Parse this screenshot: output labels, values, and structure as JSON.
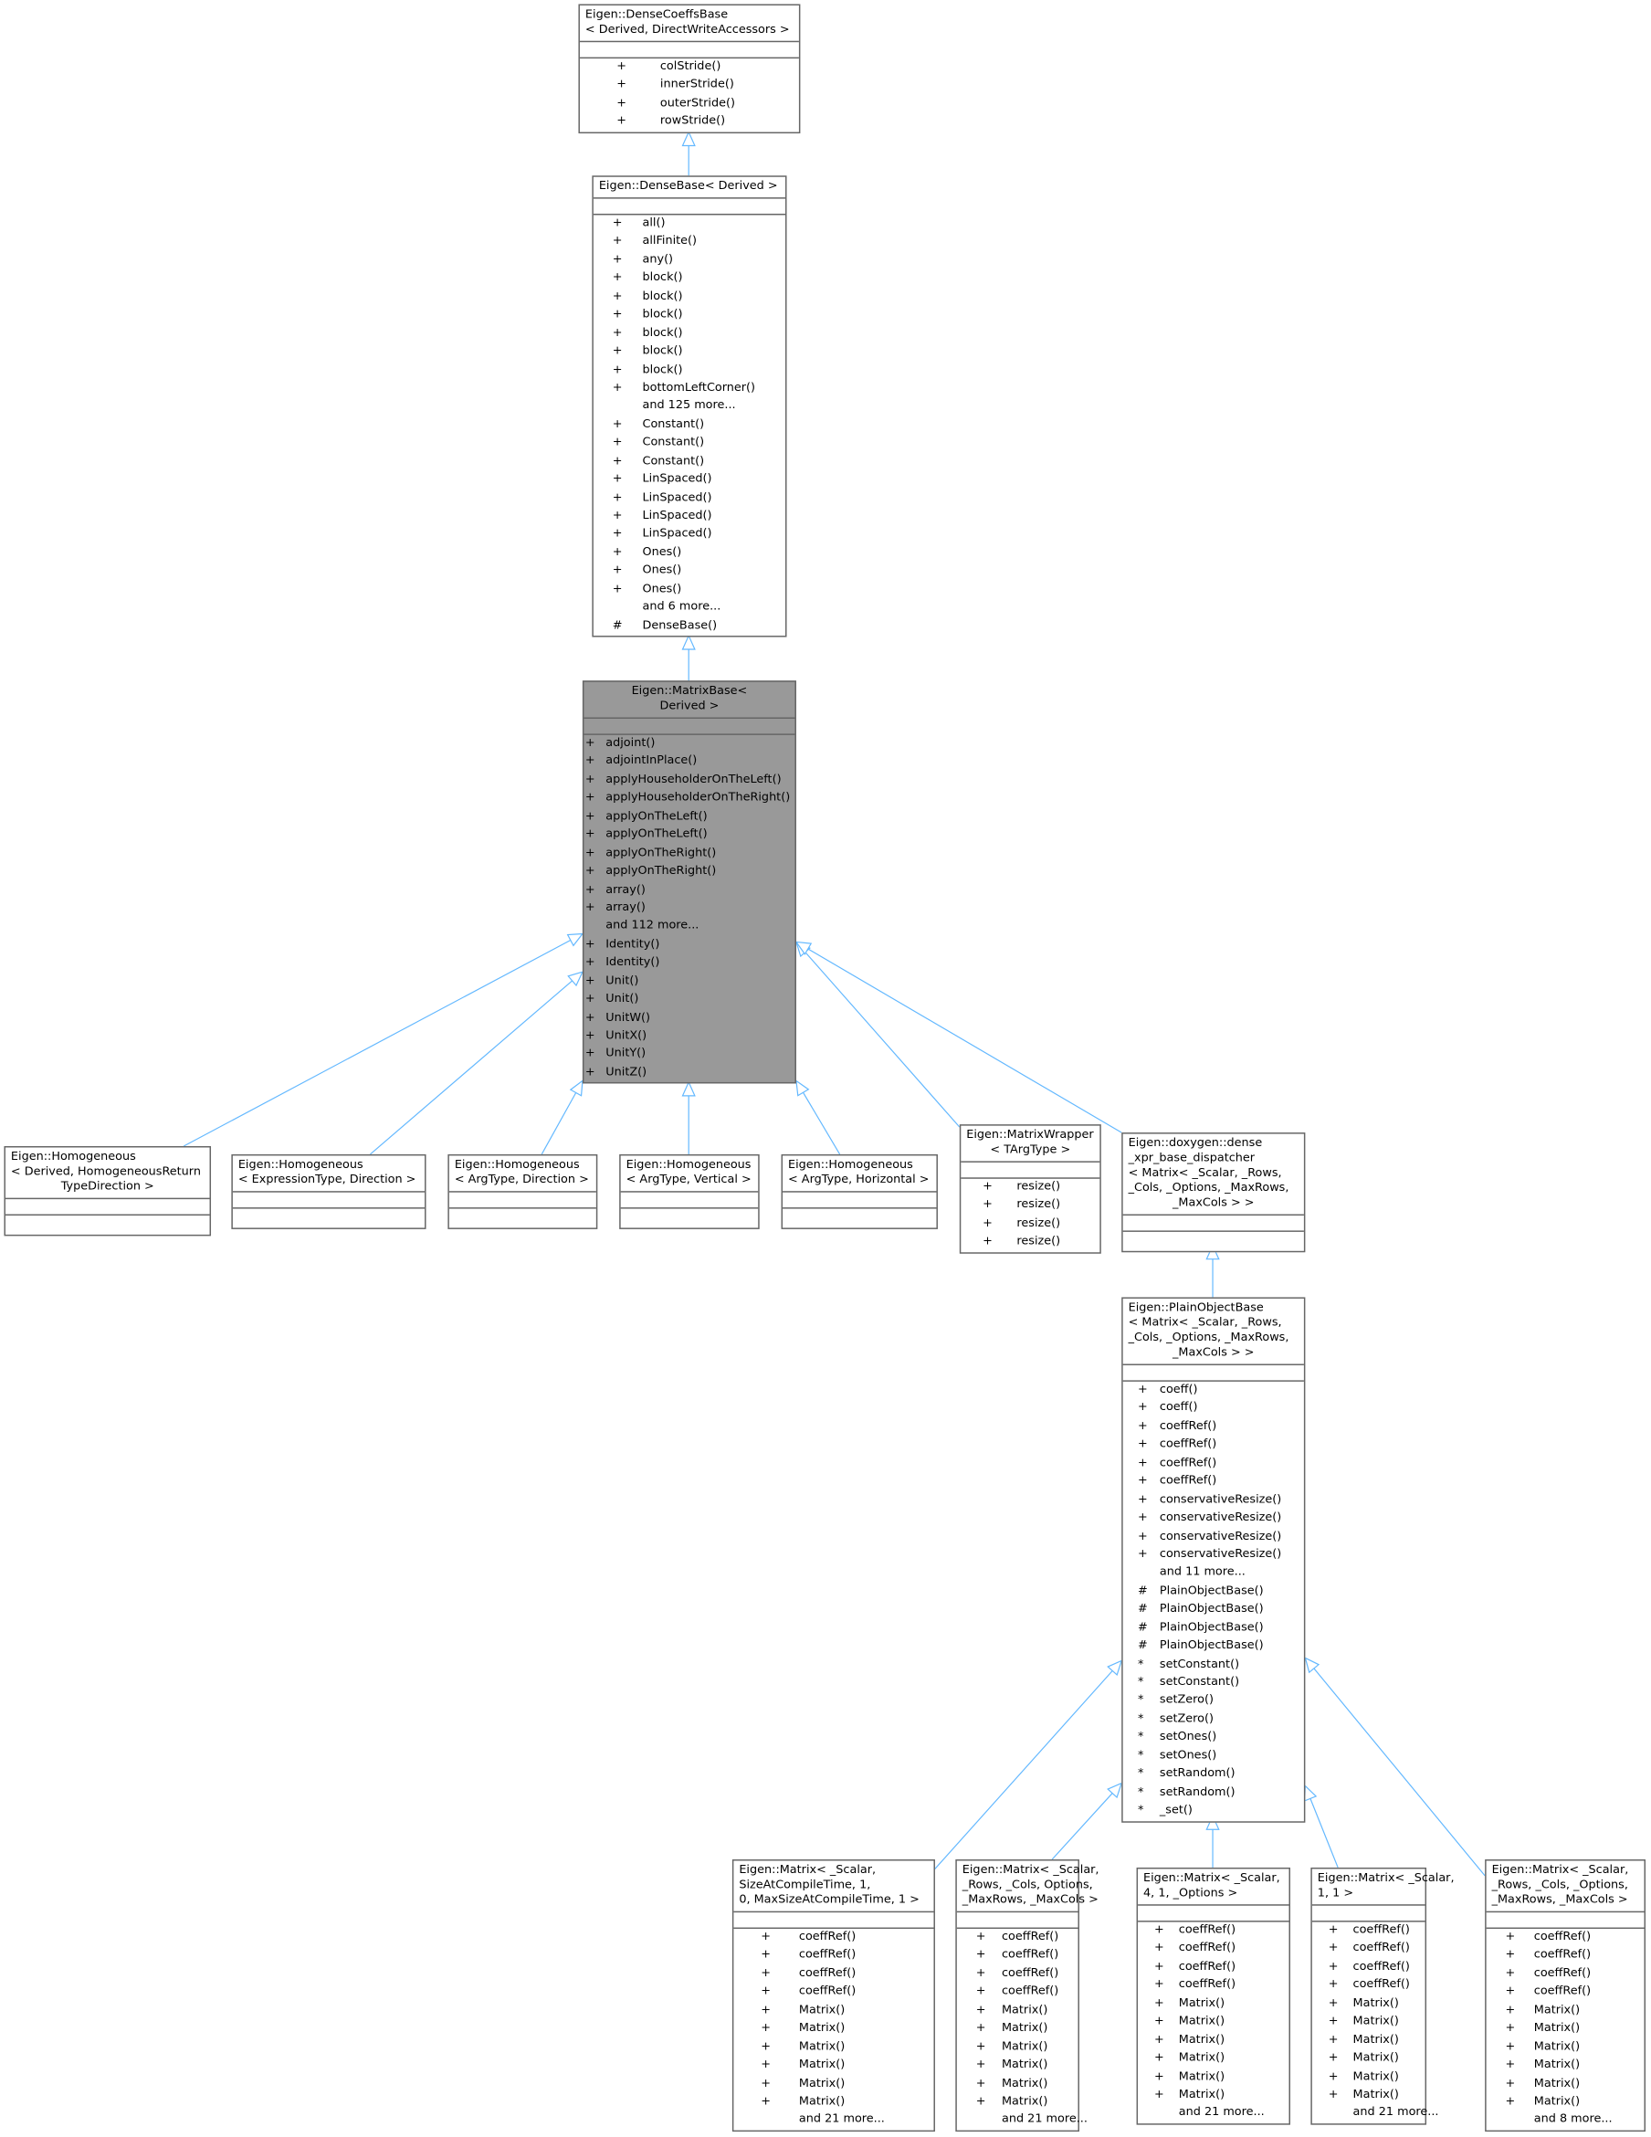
{
  "colors": {
    "edge": "#63b8ff",
    "border": "#666666",
    "highlight": "#999999"
  },
  "boxes": [
    {
      "id": "dcb",
      "title": [
        "Eigen::DenseCoeffsBase",
        "< Derived, DirectWriteAccessors >"
      ],
      "methods": [
        [
          "+",
          "colStride()"
        ],
        [
          "+",
          "innerStride()"
        ],
        [
          "+",
          "outerStride()"
        ],
        [
          "+",
          "rowStride()"
        ]
      ]
    },
    {
      "id": "db",
      "title": [
        "Eigen::DenseBase< Derived >"
      ],
      "methods": [
        [
          "+",
          "all()"
        ],
        [
          "+",
          "allFinite()"
        ],
        [
          "+",
          "any()"
        ],
        [
          "+",
          "block()"
        ],
        [
          "+",
          "block()"
        ],
        [
          "+",
          "block()"
        ],
        [
          "+",
          "block()"
        ],
        [
          "+",
          "block()"
        ],
        [
          "+",
          "block()"
        ],
        [
          "+",
          "bottomLeftCorner()"
        ],
        [
          "",
          "and 125 more..."
        ],
        [
          "+",
          "Constant()"
        ],
        [
          "+",
          "Constant()"
        ],
        [
          "+",
          "Constant()"
        ],
        [
          "+",
          "LinSpaced()"
        ],
        [
          "+",
          "LinSpaced()"
        ],
        [
          "+",
          "LinSpaced()"
        ],
        [
          "+",
          "LinSpaced()"
        ],
        [
          "+",
          "Ones()"
        ],
        [
          "+",
          "Ones()"
        ],
        [
          "+",
          "Ones()"
        ],
        [
          "",
          "and 6 more..."
        ],
        [
          "#",
          "DenseBase()"
        ]
      ]
    },
    {
      "id": "mb",
      "title": [
        "Eigen::MatrixBase<",
        "Derived >"
      ],
      "methods": [
        [
          "+",
          "adjoint()"
        ],
        [
          "+",
          "adjointInPlace()"
        ],
        [
          "+",
          "applyHouseholderOnTheLeft()"
        ],
        [
          "+",
          "applyHouseholderOnTheRight()"
        ],
        [
          "+",
          "applyOnTheLeft()"
        ],
        [
          "+",
          "applyOnTheLeft()"
        ],
        [
          "+",
          "applyOnTheRight()"
        ],
        [
          "+",
          "applyOnTheRight()"
        ],
        [
          "+",
          "array()"
        ],
        [
          "+",
          "array()"
        ],
        [
          "",
          "and 112 more..."
        ],
        [
          "+",
          "Identity()"
        ],
        [
          "+",
          "Identity()"
        ],
        [
          "+",
          "Unit()"
        ],
        [
          "+",
          "Unit()"
        ],
        [
          "+",
          "UnitW()"
        ],
        [
          "+",
          "UnitX()"
        ],
        [
          "+",
          "UnitY()"
        ],
        [
          "+",
          "UnitZ()"
        ]
      ]
    },
    {
      "id": "h1",
      "title": [
        "Eigen::Homogeneous",
        "< Derived, HomogeneousReturn",
        "TypeDirection >"
      ],
      "methods": []
    },
    {
      "id": "h2",
      "title": [
        "Eigen::Homogeneous",
        "< ExpressionType, Direction >"
      ],
      "methods": []
    },
    {
      "id": "h3",
      "title": [
        "Eigen::Homogeneous",
        "< ArgType, Direction >"
      ],
      "methods": []
    },
    {
      "id": "h4",
      "title": [
        "Eigen::Homogeneous",
        "< ArgType, Vertical >"
      ],
      "methods": []
    },
    {
      "id": "h5",
      "title": [
        "Eigen::Homogeneous",
        "< ArgType, Horizontal >"
      ],
      "methods": []
    },
    {
      "id": "mw",
      "title": [
        "Eigen::MatrixWrapper",
        "< TArgType >"
      ],
      "methods": [
        [
          "+",
          "resize()"
        ],
        [
          "+",
          "resize()"
        ],
        [
          "+",
          "resize()"
        ],
        [
          "+",
          "resize()"
        ]
      ]
    },
    {
      "id": "dx",
      "title": [
        "Eigen::doxygen::dense",
        "_xpr_base_dispatcher",
        "< Matrix< _Scalar, _Rows,",
        "_Cols, _Options, _MaxRows,",
        "_MaxCols > >"
      ],
      "methods": []
    },
    {
      "id": "pob",
      "title": [
        "Eigen::PlainObjectBase",
        "< Matrix< _Scalar, _Rows,",
        "_Cols, _Options, _MaxRows,",
        "_MaxCols > >"
      ],
      "methods": [
        [
          "+",
          "coeff()"
        ],
        [
          "+",
          "coeff()"
        ],
        [
          "+",
          "coeffRef()"
        ],
        [
          "+",
          "coeffRef()"
        ],
        [
          "+",
          "coeffRef()"
        ],
        [
          "+",
          "coeffRef()"
        ],
        [
          "+",
          "conservativeResize()"
        ],
        [
          "+",
          "conservativeResize()"
        ],
        [
          "+",
          "conservativeResize()"
        ],
        [
          "+",
          "conservativeResize()"
        ],
        [
          "",
          "and 11 more..."
        ],
        [
          "#",
          "PlainObjectBase()"
        ],
        [
          "#",
          "PlainObjectBase()"
        ],
        [
          "#",
          "PlainObjectBase()"
        ],
        [
          "#",
          "PlainObjectBase()"
        ],
        [
          "*",
          "setConstant()"
        ],
        [
          "*",
          "setConstant()"
        ],
        [
          "*",
          "setZero()"
        ],
        [
          "*",
          "setZero()"
        ],
        [
          "*",
          "setOnes()"
        ],
        [
          "*",
          "setOnes()"
        ],
        [
          "*",
          "setRandom()"
        ],
        [
          "*",
          "setRandom()"
        ],
        [
          "*",
          "_set()"
        ]
      ]
    },
    {
      "id": "m1",
      "title": [
        "Eigen::Matrix< _Scalar,",
        "SizeAtCompileTime, 1,",
        "0, MaxSizeAtCompileTime, 1 >"
      ],
      "methods": [
        [
          "+",
          "coeffRef()"
        ],
        [
          "+",
          "coeffRef()"
        ],
        [
          "+",
          "coeffRef()"
        ],
        [
          "+",
          "coeffRef()"
        ],
        [
          "+",
          "Matrix()"
        ],
        [
          "+",
          "Matrix()"
        ],
        [
          "+",
          "Matrix()"
        ],
        [
          "+",
          "Matrix()"
        ],
        [
          "+",
          "Matrix()"
        ],
        [
          "+",
          "Matrix()"
        ],
        [
          "",
          "and 21 more..."
        ]
      ]
    },
    {
      "id": "m2",
      "title": [
        "Eigen::Matrix< _Scalar,",
        "_Rows, _Cols, Options,",
        "_MaxRows, _MaxCols >"
      ],
      "methods": [
        [
          "+",
          "coeffRef()"
        ],
        [
          "+",
          "coeffRef()"
        ],
        [
          "+",
          "coeffRef()"
        ],
        [
          "+",
          "coeffRef()"
        ],
        [
          "+",
          "Matrix()"
        ],
        [
          "+",
          "Matrix()"
        ],
        [
          "+",
          "Matrix()"
        ],
        [
          "+",
          "Matrix()"
        ],
        [
          "+",
          "Matrix()"
        ],
        [
          "+",
          "Matrix()"
        ],
        [
          "",
          "and 21 more..."
        ]
      ]
    },
    {
      "id": "m3",
      "title": [
        "Eigen::Matrix< _Scalar,",
        "4, 1, _Options >"
      ],
      "methods": [
        [
          "+",
          "coeffRef()"
        ],
        [
          "+",
          "coeffRef()"
        ],
        [
          "+",
          "coeffRef()"
        ],
        [
          "+",
          "coeffRef()"
        ],
        [
          "+",
          "Matrix()"
        ],
        [
          "+",
          "Matrix()"
        ],
        [
          "+",
          "Matrix()"
        ],
        [
          "+",
          "Matrix()"
        ],
        [
          "+",
          "Matrix()"
        ],
        [
          "+",
          "Matrix()"
        ],
        [
          "",
          "and 21 more..."
        ]
      ]
    },
    {
      "id": "m4",
      "title": [
        "Eigen::Matrix< _Scalar,",
        "1, 1 >"
      ],
      "methods": [
        [
          "+",
          "coeffRef()"
        ],
        [
          "+",
          "coeffRef()"
        ],
        [
          "+",
          "coeffRef()"
        ],
        [
          "+",
          "coeffRef()"
        ],
        [
          "+",
          "Matrix()"
        ],
        [
          "+",
          "Matrix()"
        ],
        [
          "+",
          "Matrix()"
        ],
        [
          "+",
          "Matrix()"
        ],
        [
          "+",
          "Matrix()"
        ],
        [
          "+",
          "Matrix()"
        ],
        [
          "",
          "and 21 more..."
        ]
      ]
    },
    {
      "id": "m5",
      "title": [
        "Eigen::Matrix< _Scalar,",
        "_Rows, _Cols, _Options,",
        "_MaxRows, _MaxCols >"
      ],
      "methods": [
        [
          "+",
          "coeffRef()"
        ],
        [
          "+",
          "coeffRef()"
        ],
        [
          "+",
          "coeffRef()"
        ],
        [
          "+",
          "coeffRef()"
        ],
        [
          "+",
          "Matrix()"
        ],
        [
          "+",
          "Matrix()"
        ],
        [
          "+",
          "Matrix()"
        ],
        [
          "+",
          "Matrix()"
        ],
        [
          "+",
          "Matrix()"
        ],
        [
          "+",
          "Matrix()"
        ],
        [
          "",
          "and 8 more..."
        ]
      ]
    }
  ]
}
